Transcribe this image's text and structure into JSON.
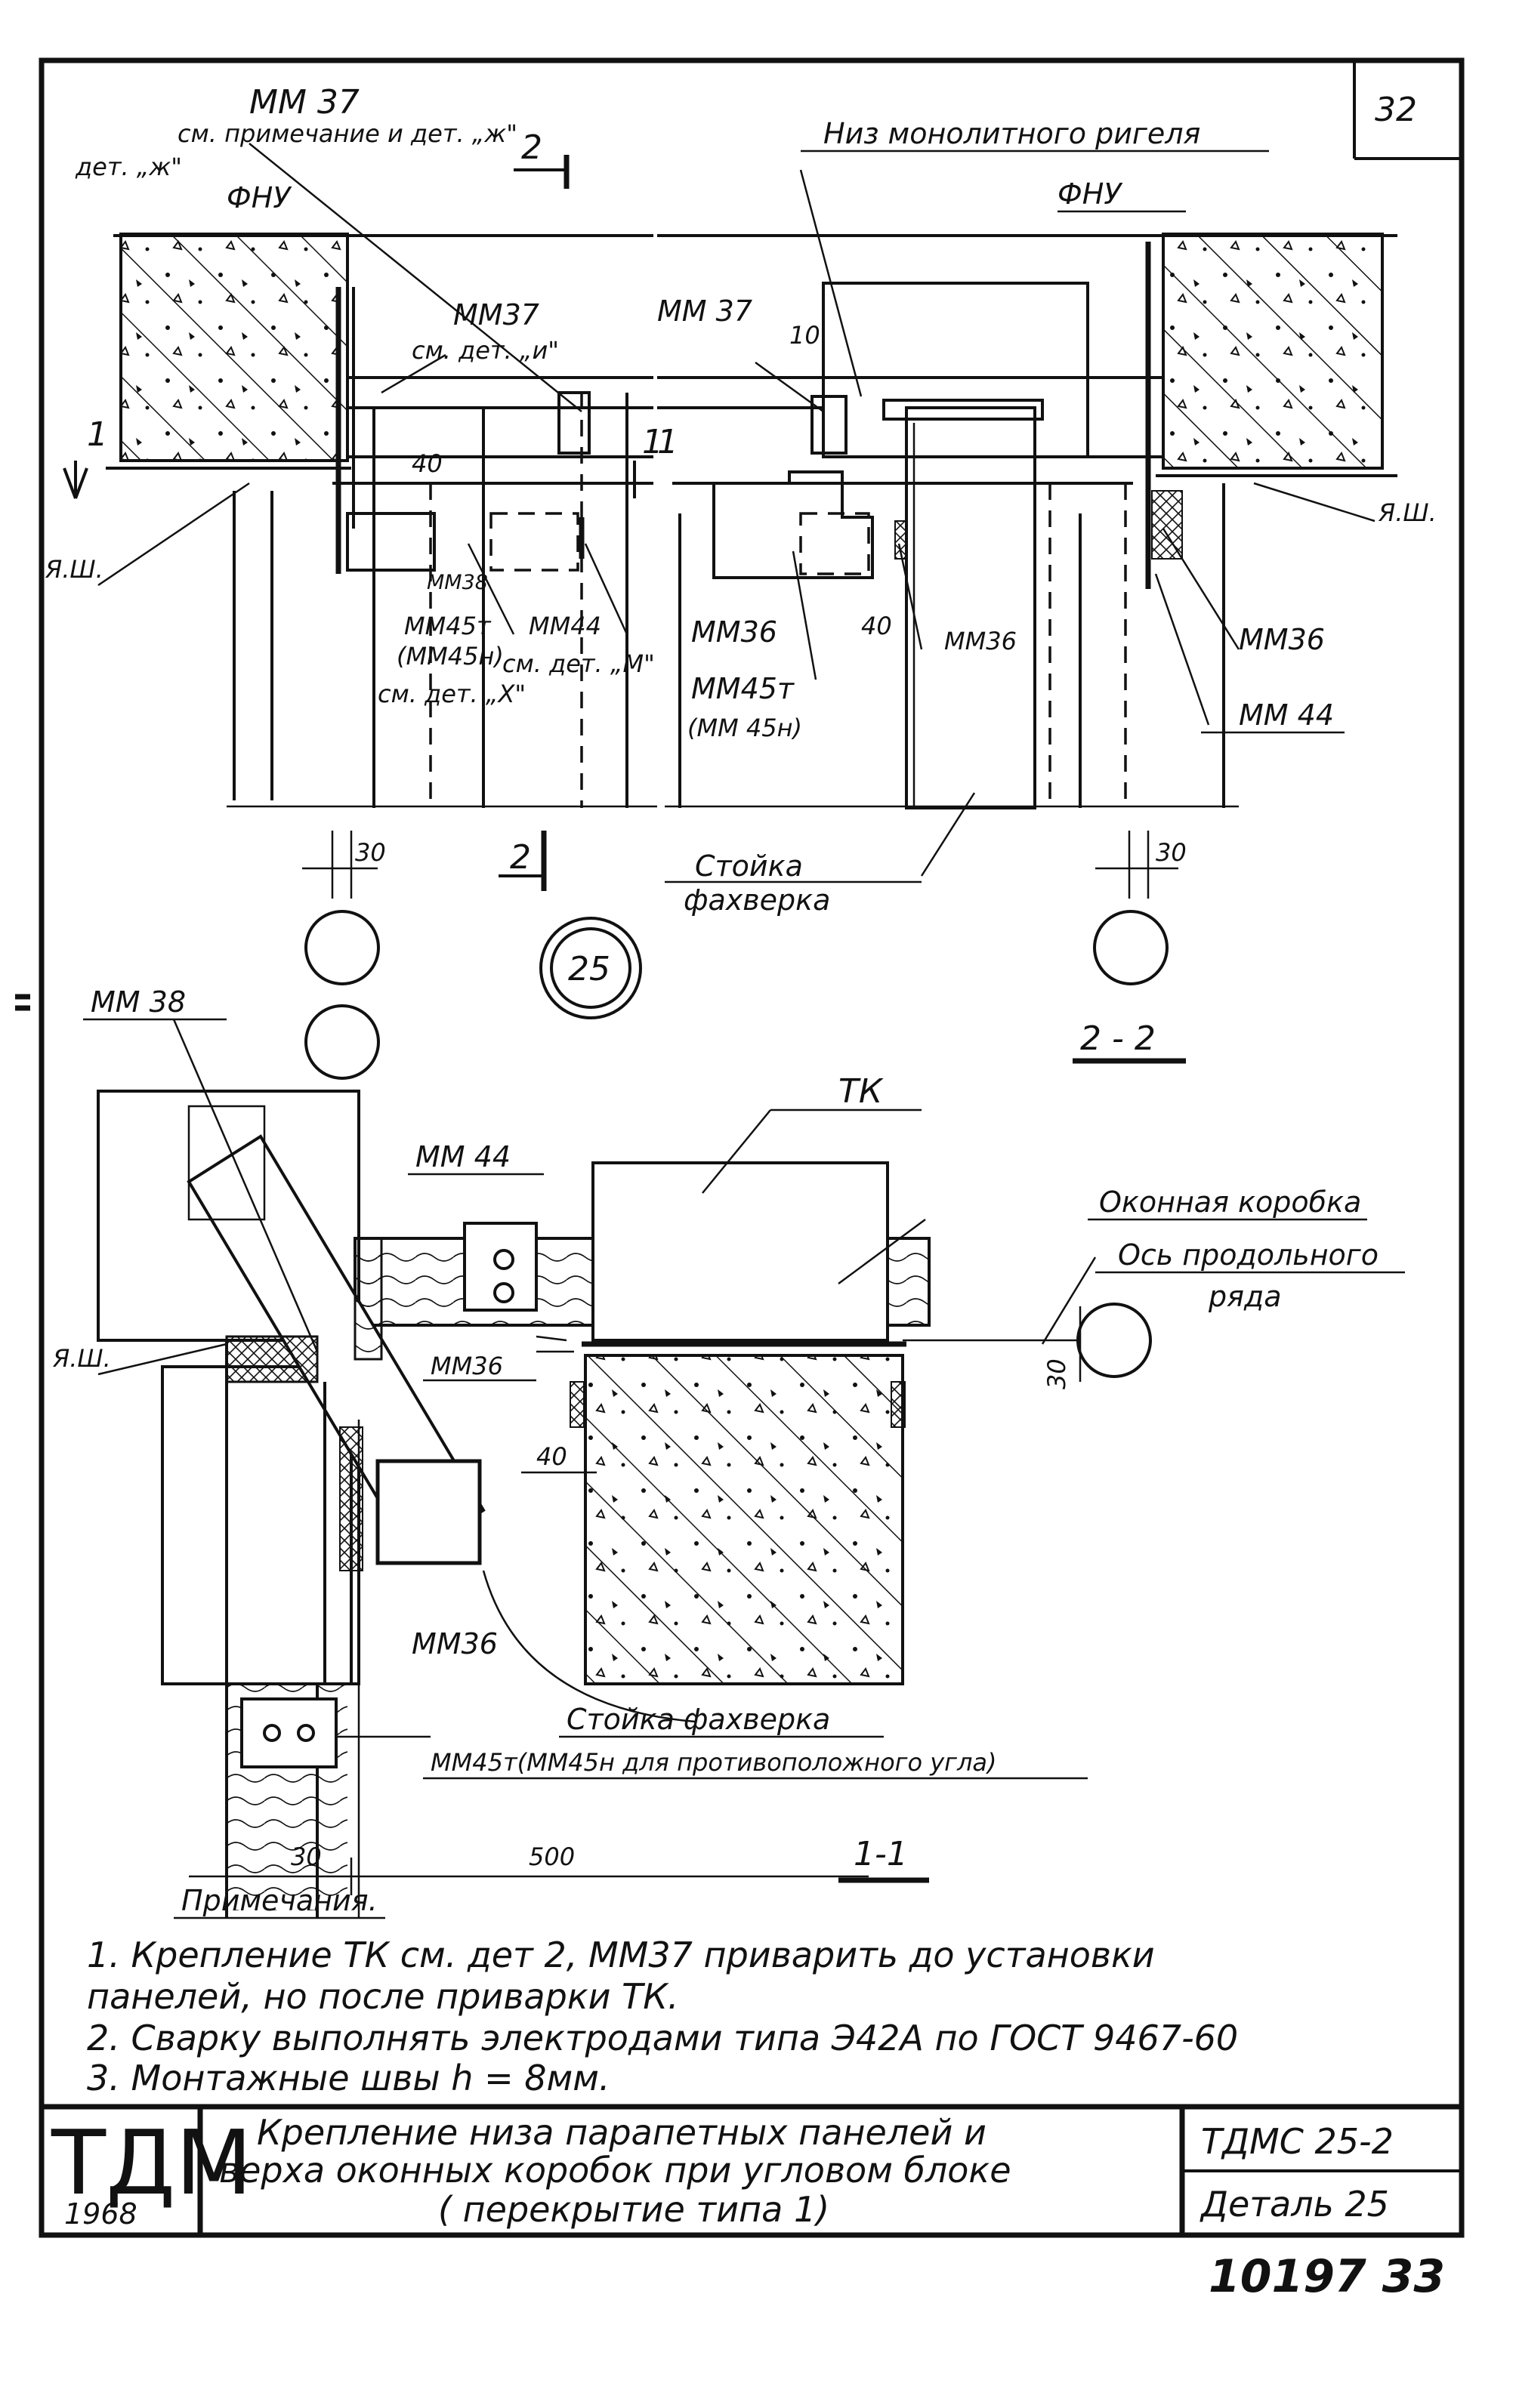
{
  "sheet_number": "32",
  "top_left": {
    "mm37_top": "ММ 37",
    "note_ref": "см. примечание и дет. „ж\"",
    "det_zh": "дет. „ж\"",
    "fnu": "ФНУ",
    "section_mark_2": "2",
    "mm37_mid": "ММ37",
    "det_ref_u": "см. дет. „и\"",
    "dim_40": "40",
    "section_mark_1": "1",
    "ya_sh": "Я.Ш.",
    "mm38": "ММ38",
    "mm45t": "ММ45т",
    "mm45n": "(ММ45н)",
    "det_ref_x": "см. дет. „Х\"",
    "mm44": "ММ44",
    "det_ref_m": "см. дет. „М\"",
    "dim_30": "30",
    "mark_2_bottom": "2"
  },
  "top_right": {
    "rigel_label": "Низ монолитного ригеля",
    "fnu": "ФНУ",
    "mm37": "ММ 37",
    "dim_10": "10",
    "section_mark_1": "1",
    "mm36_a": "ММ36",
    "dim_40": "40",
    "mm36_b": "ММ36",
    "mm45t": "ММ45т",
    "mm45n": "(ММ 45н)",
    "ya_sh": "Я.Ш.",
    "mm36_c": "ММ36",
    "mm44": "ММ 44",
    "stoika_1": "Стойка",
    "stoika_2": "фахверка",
    "dim_30": "30"
  },
  "detail_number": "25",
  "section_22": "2 - 2",
  "bottom": {
    "mm38": "ММ 38",
    "tk": "ТК",
    "mm44": "ММ 44",
    "window_box": "Оконная коробка",
    "axis_1": "Ось продольного",
    "axis_2": "ряда",
    "ya_sh": "Я.Ш.",
    "mm36_a": "ММ36",
    "dim_30_v": "30",
    "dim_40": "40",
    "mm36_b": "ММ36",
    "stoika": "Стойка фахверка",
    "mm45_note": "ММ45т(ММ45н для противоположного угла)",
    "dim_30": "30",
    "dim_500": "500",
    "section_11": "1-1"
  },
  "notes": {
    "heading": "Примечания.",
    "items": [
      "1.  Крепление ТК см. дет 2, ММ37 приварить до установки",
      "     панелей, но после приварки ТК.",
      "2.  Сварку выполнять электродами типа Э42А по ГОСТ 9467-60",
      "3.  Монтажные швы  h = 8мм."
    ]
  },
  "title_block": {
    "logo": "ТДМ",
    "year": "1968",
    "title_line1": "Крепление низа парапетных панелей и",
    "title_line2": "верха оконных коробок при угловом блоке",
    "title_line3": "( перекрытие типа 1)",
    "code": "ТДМС 25-2",
    "detail": "Деталь 25"
  },
  "footer_number": "10197 33"
}
